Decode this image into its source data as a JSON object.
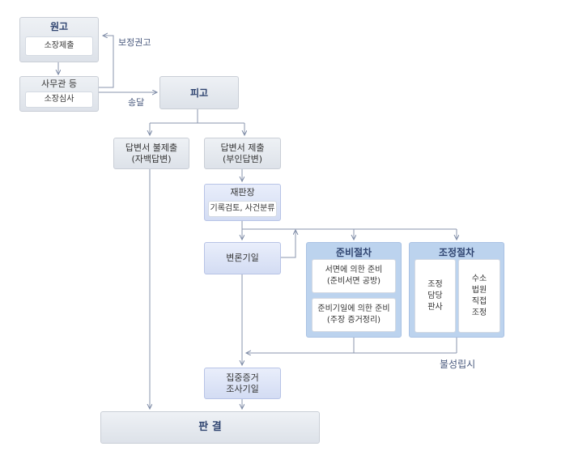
{
  "nodes": {
    "plaintiff": {
      "title": "원고",
      "inner": "소장제출"
    },
    "clerk": {
      "title": "사무관 등",
      "inner": "소장심사"
    },
    "defendant": {
      "title": "피고"
    },
    "no_answer": {
      "line1": "답변서 불제출",
      "line2": "(자백답변)"
    },
    "answer": {
      "line1": "답변서 제출",
      "line2": "(부인답변)"
    },
    "presiding": {
      "title": "재판장",
      "inner": "기록검토, 사건분류"
    },
    "hearing": {
      "title": "변론기일"
    },
    "prep": {
      "title": "준비절차",
      "item1": {
        "line1": "서면에 의한 준비",
        "line2": "(준비서면 공방)"
      },
      "item2": {
        "line1": "준비기일에 의한 준비",
        "line2": "(주장 증거정리)"
      }
    },
    "mediation": {
      "title": "조정절차",
      "left": [
        "조정",
        "담당",
        "판사"
      ],
      "right": [
        "수소",
        "법원",
        "직접",
        "조정"
      ]
    },
    "concentrated": {
      "line1": "집중증거",
      "line2": "조사기일"
    },
    "judgment": {
      "title": "판 결"
    }
  },
  "labels": {
    "correction": "보정권고",
    "delivery": "송달",
    "failure": "불성립시"
  }
}
